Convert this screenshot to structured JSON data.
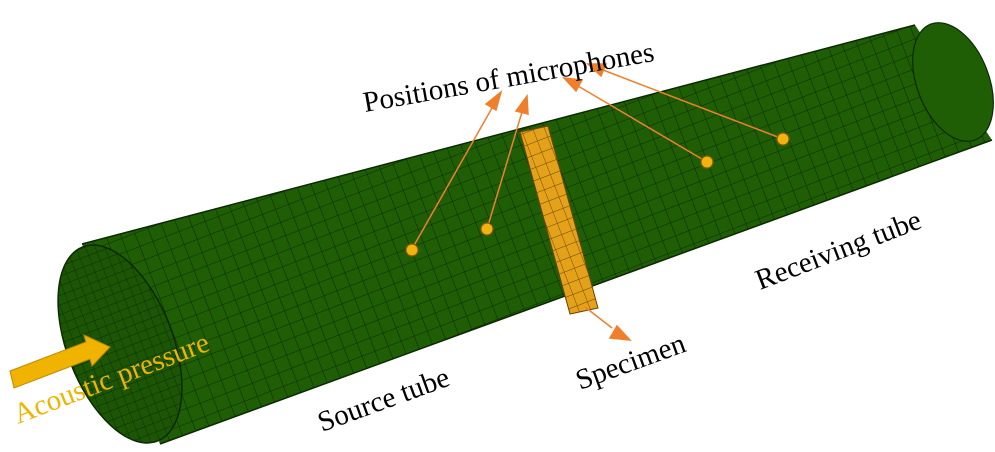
{
  "labels": {
    "microphones": "Positions of microphones",
    "receiving_tube": "Receiving tube",
    "specimen": "Specimen",
    "source_tube": "Source tube",
    "acoustic_pressure": "Acoustic pressure"
  },
  "colors": {
    "tube_fill": "#1f5e05",
    "tube_mesh": "#0b2a02",
    "specimen_fill": "#e3a21a",
    "microphone_dot": "#f2b311",
    "leader_line": "#f07f2b",
    "acoustic_arrow": "#f0b400",
    "acoustic_text": "#f0b400"
  },
  "microphone_count": 4
}
